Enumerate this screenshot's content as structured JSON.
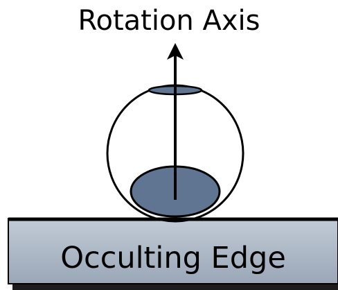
{
  "diagram": {
    "title": "Rotation Axis",
    "edge_label": "Occulting Edge"
  },
  "colors": {
    "ellipse_fill": "#5f7592",
    "occulter_fill": "#aab6c6",
    "occulter_shadow": "#1c1c1c",
    "stroke": "#000000",
    "background": "#ffffff"
  },
  "icons": {
    "axis_arrowhead": "arrow-up"
  }
}
